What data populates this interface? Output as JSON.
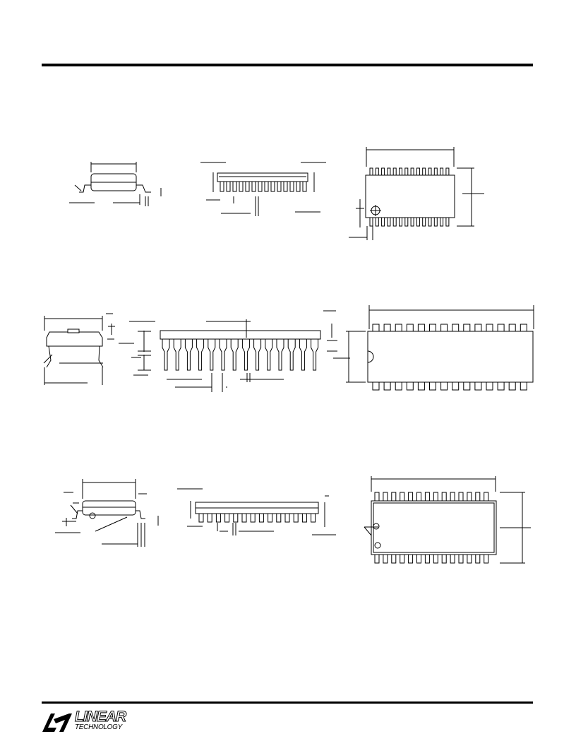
{
  "brand": {
    "name_line1": "LINEAR",
    "name_line2": "TECHNOLOGY",
    "logo_icon": "lt-logo-icon"
  },
  "colors": {
    "ink": "#000000",
    "paper": "#ffffff",
    "package_fill": "#ffffff"
  },
  "packages": [
    {
      "row": 1,
      "views": [
        "side-end-view",
        "side-long-view",
        "top-view"
      ],
      "pins_per_side": 14
    },
    {
      "row": 2,
      "views": [
        "end-view",
        "side-view",
        "top-view"
      ],
      "pins_per_side": 14
    },
    {
      "row": 3,
      "views": [
        "side-end-view",
        "side-long-view",
        "top-view"
      ],
      "pins_per_side": 14
    }
  ]
}
